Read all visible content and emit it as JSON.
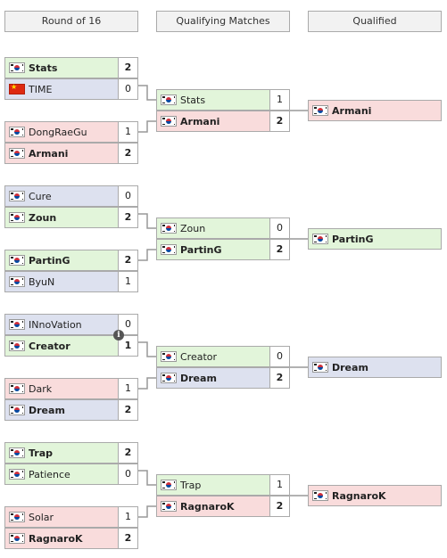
{
  "headers": [
    "Round of 16",
    "Qualifying Matches",
    "Qualified"
  ],
  "colors": {
    "green": "#e2f5da",
    "red": "#f9dcdc",
    "blue": "#dde1ef",
    "border": "#aaaaaa",
    "connector": "#999999"
  },
  "round_of_16": [
    {
      "players": [
        {
          "name": "Stats",
          "flag": "kr",
          "score": "2",
          "color": "green",
          "winner": true
        },
        {
          "name": "TIME",
          "flag": "cn",
          "score": "0",
          "color": "blue",
          "winner": false
        }
      ]
    },
    {
      "players": [
        {
          "name": "DongRaeGu",
          "flag": "kr",
          "score": "1",
          "color": "red",
          "winner": false
        },
        {
          "name": "Armani",
          "flag": "kr",
          "score": "2",
          "color": "red",
          "winner": true
        }
      ]
    },
    {
      "players": [
        {
          "name": "Cure",
          "flag": "kr",
          "score": "0",
          "color": "blue",
          "winner": false
        },
        {
          "name": "Zoun",
          "flag": "kr",
          "score": "2",
          "color": "green",
          "winner": true
        }
      ]
    },
    {
      "players": [
        {
          "name": "PartinG",
          "flag": "kr",
          "score": "2",
          "color": "green",
          "winner": true
        },
        {
          "name": "ByuN",
          "flag": "kr",
          "score": "1",
          "color": "blue",
          "winner": false
        }
      ]
    },
    {
      "players": [
        {
          "name": "INnoVation",
          "flag": "kr",
          "score": "0",
          "color": "blue",
          "winner": false
        },
        {
          "name": "Creator",
          "flag": "kr",
          "score": "1",
          "color": "green",
          "winner": true
        }
      ],
      "info": true
    },
    {
      "players": [
        {
          "name": "Dark",
          "flag": "kr",
          "score": "1",
          "color": "red",
          "winner": false
        },
        {
          "name": "Dream",
          "flag": "kr",
          "score": "2",
          "color": "blue",
          "winner": true
        }
      ]
    },
    {
      "players": [
        {
          "name": "Trap",
          "flag": "kr",
          "score": "2",
          "color": "green",
          "winner": true
        },
        {
          "name": "Patience",
          "flag": "kr",
          "score": "0",
          "color": "green",
          "winner": false
        }
      ]
    },
    {
      "players": [
        {
          "name": "Solar",
          "flag": "kr",
          "score": "1",
          "color": "red",
          "winner": false
        },
        {
          "name": "RagnaroK",
          "flag": "kr",
          "score": "2",
          "color": "red",
          "winner": true
        }
      ]
    }
  ],
  "qualifying": [
    {
      "players": [
        {
          "name": "Stats",
          "flag": "kr",
          "score": "1",
          "color": "green",
          "winner": false
        },
        {
          "name": "Armani",
          "flag": "kr",
          "score": "2",
          "color": "red",
          "winner": true
        }
      ]
    },
    {
      "players": [
        {
          "name": "Zoun",
          "flag": "kr",
          "score": "0",
          "color": "green",
          "winner": false
        },
        {
          "name": "PartinG",
          "flag": "kr",
          "score": "2",
          "color": "green",
          "winner": true
        }
      ]
    },
    {
      "players": [
        {
          "name": "Creator",
          "flag": "kr",
          "score": "0",
          "color": "green",
          "winner": false
        },
        {
          "name": "Dream",
          "flag": "kr",
          "score": "2",
          "color": "blue",
          "winner": true
        }
      ]
    },
    {
      "players": [
        {
          "name": "Trap",
          "flag": "kr",
          "score": "1",
          "color": "green",
          "winner": false
        },
        {
          "name": "RagnaroK",
          "flag": "kr",
          "score": "2",
          "color": "red",
          "winner": true
        }
      ]
    }
  ],
  "qualified": [
    {
      "name": "Armani",
      "flag": "kr",
      "color": "red"
    },
    {
      "name": "PartinG",
      "flag": "kr",
      "color": "green"
    },
    {
      "name": "Dream",
      "flag": "kr",
      "color": "blue"
    },
    {
      "name": "RagnaroK",
      "flag": "kr",
      "color": "red"
    }
  ]
}
